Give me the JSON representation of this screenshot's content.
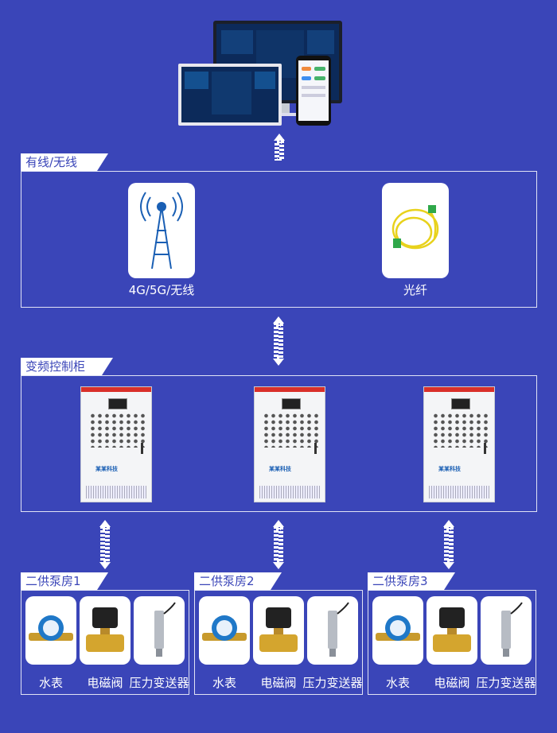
{
  "sections": {
    "network": {
      "tag": "有线/无线",
      "items": [
        {
          "label": "4G/5G/无线"
        },
        {
          "label": "光纤"
        }
      ]
    },
    "cabinets": {
      "tag": "变频控制柜",
      "logo_text": "某某科技"
    },
    "rooms": [
      {
        "tag": "二供泵房1",
        "devices": [
          {
            "label": "水表"
          },
          {
            "label": "电磁阀"
          },
          {
            "label": "压力变送器"
          }
        ]
      },
      {
        "tag": "二供泵房2",
        "devices": [
          {
            "label": "水表"
          },
          {
            "label": "电磁阀"
          },
          {
            "label": "压力变送器"
          }
        ]
      },
      {
        "tag": "二供泵房3",
        "devices": [
          {
            "label": "水表"
          },
          {
            "label": "电磁阀"
          },
          {
            "label": "压力变送器"
          }
        ]
      }
    ]
  },
  "colors": {
    "background": "#3a45b8",
    "accent": "#1a5fb4",
    "cabinet_red": "#d9302a"
  }
}
